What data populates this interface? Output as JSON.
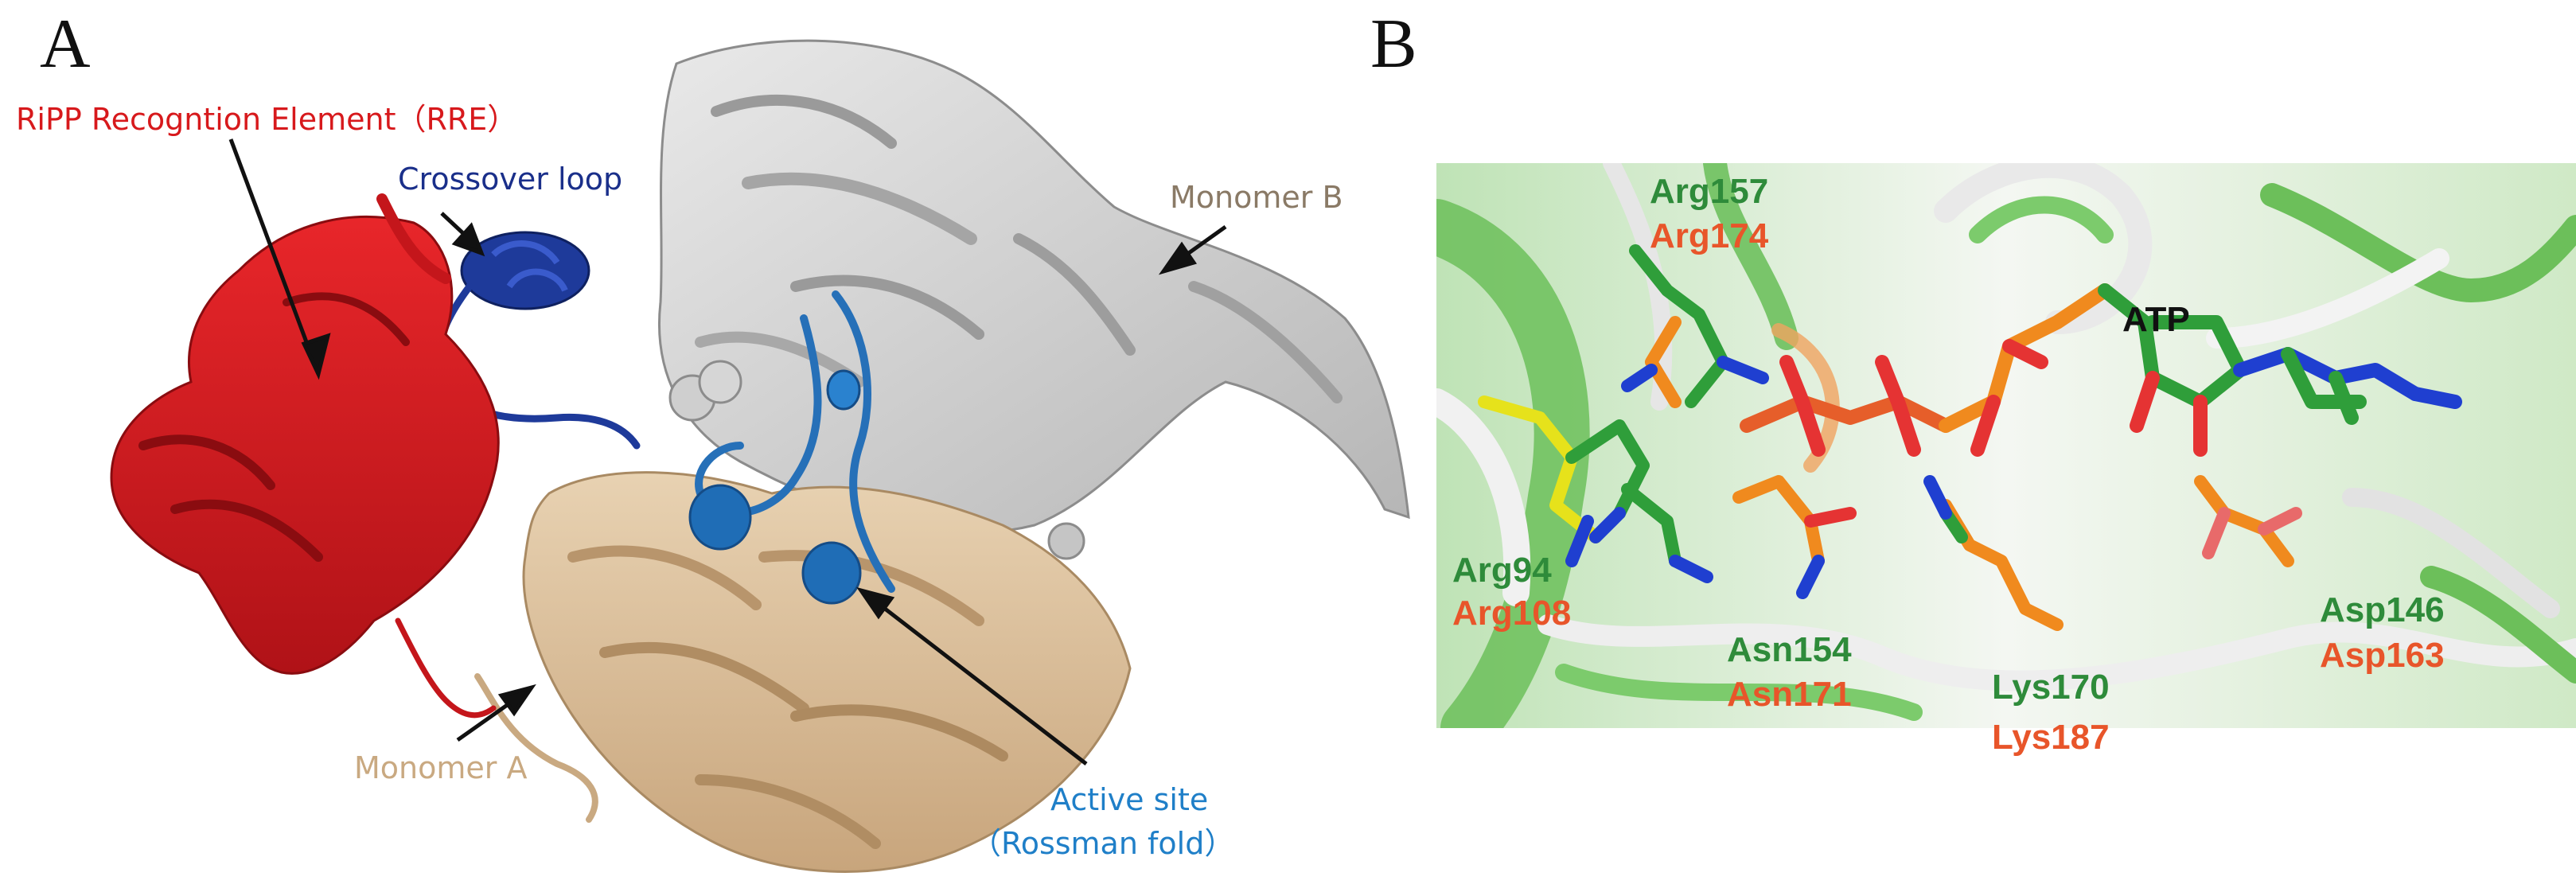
{
  "panel_a": {
    "letter": "A",
    "labels": {
      "rre": "RiPP Recogntion Element（RRE）",
      "crossover": "Crossover loop",
      "monomer_b": "Monomer B",
      "monomer_a": "Monomer A",
      "active_site_1": "Active site",
      "active_site_2": "（Rossman fold）"
    },
    "colors": {
      "rre": "#d7191c",
      "crossover": "#1a2f8a",
      "monomer_b": "#8a7a66",
      "monomer_a": "#c9a981",
      "active_site": "#1f7fc8"
    }
  },
  "panel_b": {
    "letter": "B",
    "ligand": "ATP",
    "residues": [
      {
        "green": "Arg157",
        "orange": "Arg174"
      },
      {
        "green": "Arg94",
        "orange": "Arg108"
      },
      {
        "green": "Asn154",
        "orange": "Asn171"
      },
      {
        "green": "Lys170",
        "orange": "Lys187"
      },
      {
        "green": "Asp146",
        "orange": "Asp163"
      }
    ],
    "colors": {
      "green": "#2e8b3a",
      "orange": "#e8552a"
    }
  }
}
